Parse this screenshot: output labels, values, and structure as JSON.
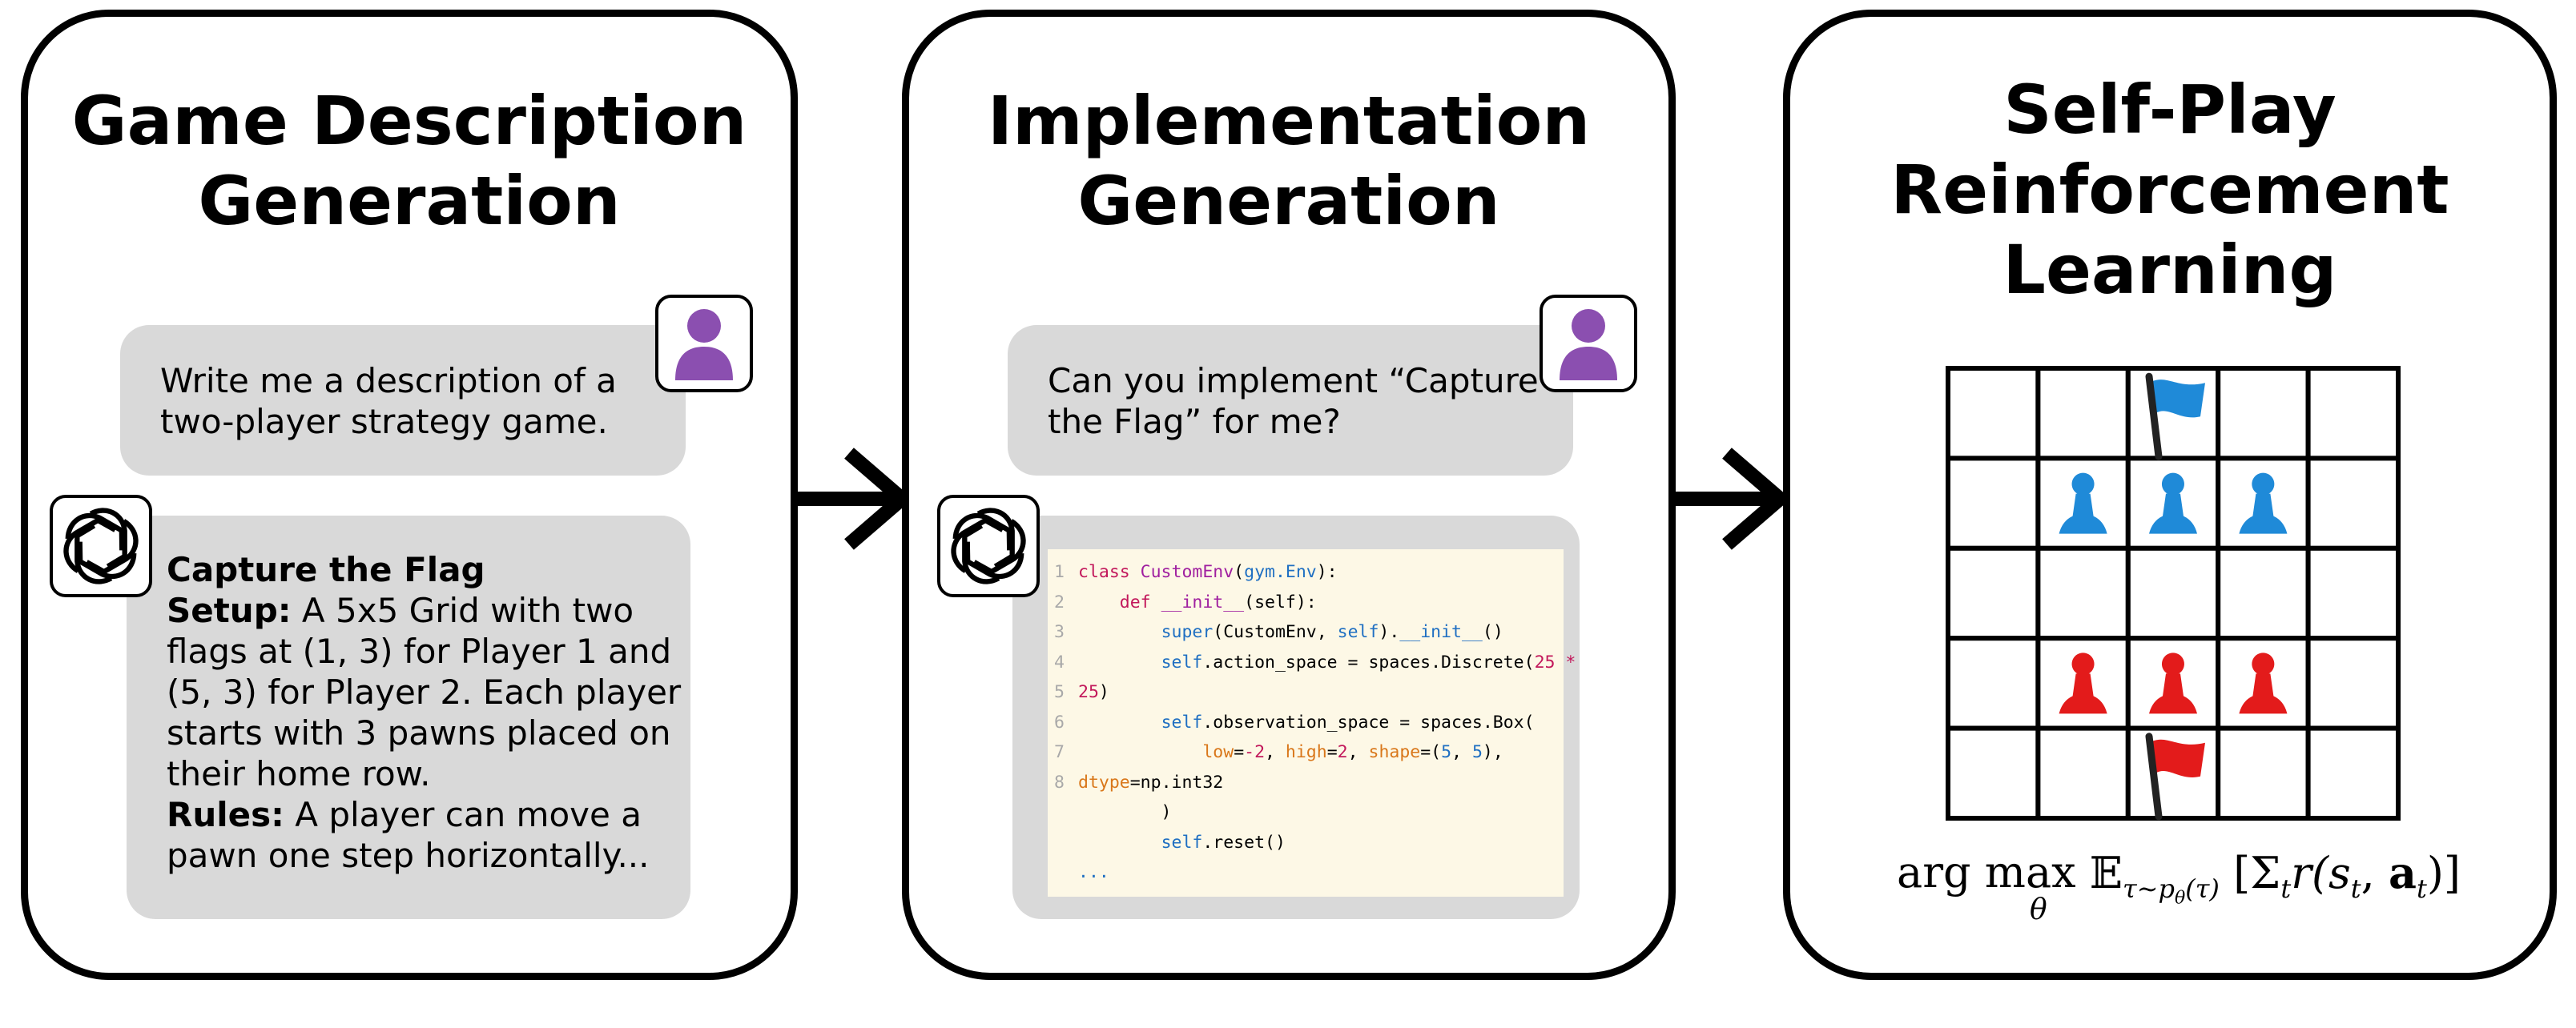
{
  "panels": [
    {
      "title_lines": [
        "Game Description",
        "Generation"
      ]
    },
    {
      "title_lines": [
        "Implementation",
        "Generation"
      ]
    },
    {
      "title_lines": [
        "Self-Play",
        "Reinforcement",
        "Learning"
      ]
    }
  ],
  "user_prompt_1": {
    "lines": [
      "Write me a description of a",
      "two-player strategy game."
    ]
  },
  "assistant_reply_1": {
    "heading": "Capture the Flag",
    "setup_label": "Setup:",
    "setup_lines": [
      " A 5x5 Grid with two",
      "flags at (1, 3) for Player 1 and",
      "(5, 3) for Player 2. Each player",
      "starts with 3 pawns placed on",
      "their home row."
    ],
    "rules_label": "Rules:",
    "rules_lines": [
      " A player can move a",
      "pawn one step horizontally..."
    ]
  },
  "user_prompt_2": {
    "lines": [
      "Can you implement “Capture",
      "the Flag” for me?"
    ]
  },
  "code": {
    "line_numbers": [
      "1",
      "2",
      "3",
      "4",
      "5",
      "6",
      "7",
      "8",
      ""
    ],
    "lines": [
      "class CustomEnv(gym.Env):",
      "    def __init__(self):",
      "        super(CustomEnv, self).__init__()",
      "        self.action_space = spaces.Discrete(25 *",
      "25)",
      "        self.observation_space = spaces.Box(",
      "            low=-2, high=2, shape=(5, 5),",
      "dtype=np.int32",
      "        )",
      "        self.reset()",
      "..."
    ]
  },
  "board": {
    "rows": 5,
    "cols": 5,
    "blue_flag": [
      1,
      3
    ],
    "red_flag": [
      5,
      3
    ],
    "blue_pawns": [
      [
        2,
        2
      ],
      [
        2,
        3
      ],
      [
        2,
        4
      ]
    ],
    "red_pawns": [
      [
        4,
        2
      ],
      [
        4,
        3
      ],
      [
        4,
        4
      ]
    ],
    "colors": {
      "blue": "#1f8ad8",
      "red": "#e31b1b",
      "pole": "#222222"
    }
  },
  "formula": {
    "op": "arg max",
    "sub": "θ",
    "expect": "𝔼",
    "expect_sub": "τ∼p",
    "expect_subsub": "θ",
    "expect_sub_tail": "(τ)",
    "body": "[Σ",
    "body_sub": "t",
    "body_mid": "r(s",
    "body_sub2": "t",
    "body_comma": ", ",
    "body_a": "a",
    "body_sub3": "t",
    "body_end": ")]"
  },
  "colors": {
    "user_icon": "#8b4fb0",
    "bubble": "#d9d9d9",
    "code_bg": "#fdf8e6"
  },
  "icons": [
    "user-icon",
    "openai-icon",
    "arrow-right-icon",
    "flag-icon",
    "pawn-icon"
  ]
}
